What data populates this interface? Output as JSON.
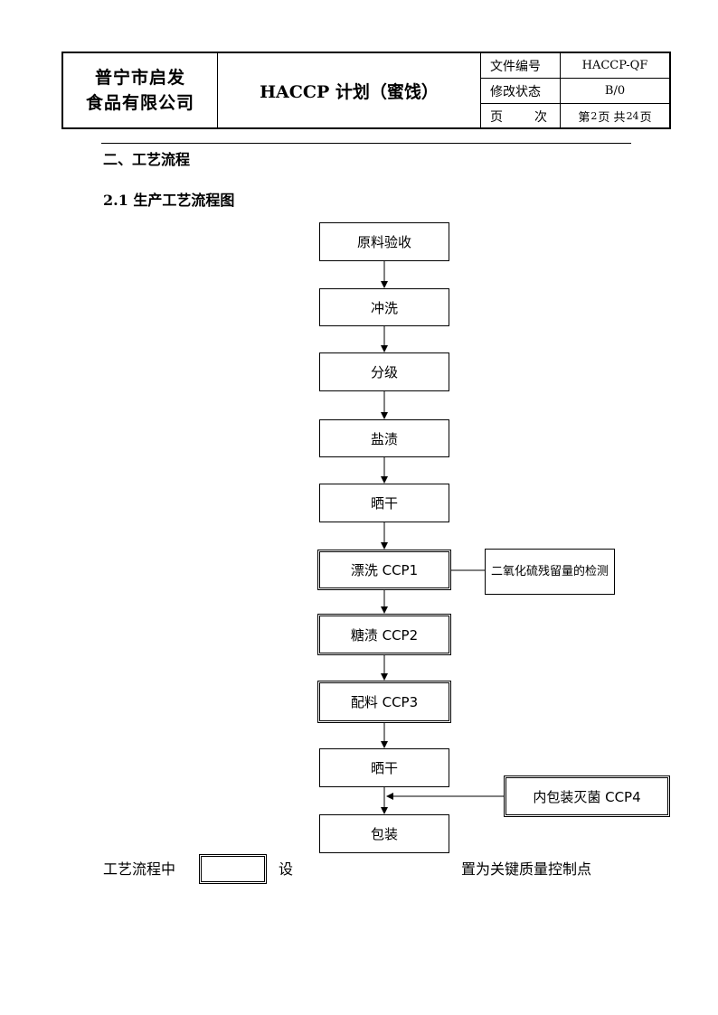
{
  "header": {
    "company_line1": "普宁市启发",
    "company_line2": "食品有限公司",
    "title": "HACCP 计划（蜜饯）",
    "doc_no_label": "文件编号",
    "doc_no_value": "HACCP-QF",
    "revision_label": "修改状态",
    "revision_value": "B/0",
    "page_label_a": "页",
    "page_label_b": "次",
    "page_prefix": "第",
    "page_current": "2",
    "page_mid": "页 共",
    "page_total": "24",
    "page_suffix": "页"
  },
  "section": {
    "heading": "二、工艺流程",
    "subheading": "2.1 生产工艺流程图"
  },
  "flow": {
    "steps": [
      {
        "label": "原料验收",
        "ccp": false
      },
      {
        "label": "冲洗",
        "ccp": false
      },
      {
        "label": "分级",
        "ccp": false
      },
      {
        "label": "盐渍",
        "ccp": false
      },
      {
        "label": "晒干",
        "ccp": false
      },
      {
        "label": "漂洗 CCP1",
        "ccp": true
      },
      {
        "label": "糖渍 CCP2",
        "ccp": true
      },
      {
        "label": "配料 CCP3",
        "ccp": true
      },
      {
        "label": "晒干",
        "ccp": false
      },
      {
        "label": "包装",
        "ccp": false
      }
    ],
    "side_note": "二氧化硫残留量的检测",
    "side_ccp": "内包装灭菌 CCP4"
  },
  "legend": {
    "prefix": "工艺流程中",
    "middle": "设",
    "suffix": "置为关键质量控制点"
  }
}
